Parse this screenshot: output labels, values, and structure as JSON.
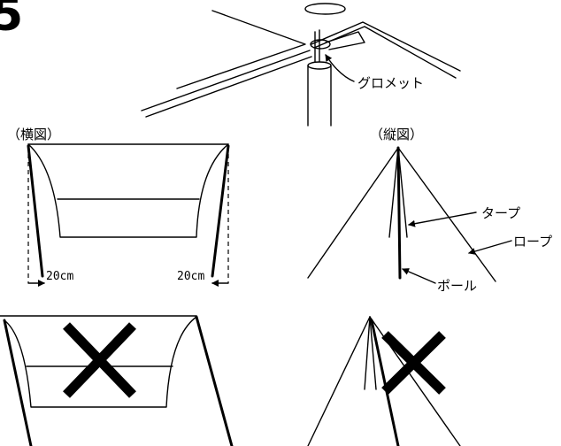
{
  "step_number": "5",
  "labels": {
    "grommet": "グロメット",
    "side_view": "（横図）",
    "front_view": "（縦図）",
    "tarp": "タープ",
    "rope": "ロープ",
    "pole": "ポール",
    "distance_left": "20cm",
    "distance_right": "20cm"
  },
  "marks": {
    "incorrect_symbol": "cross"
  },
  "colors": {
    "line": "#000000",
    "background": "#ffffff"
  }
}
